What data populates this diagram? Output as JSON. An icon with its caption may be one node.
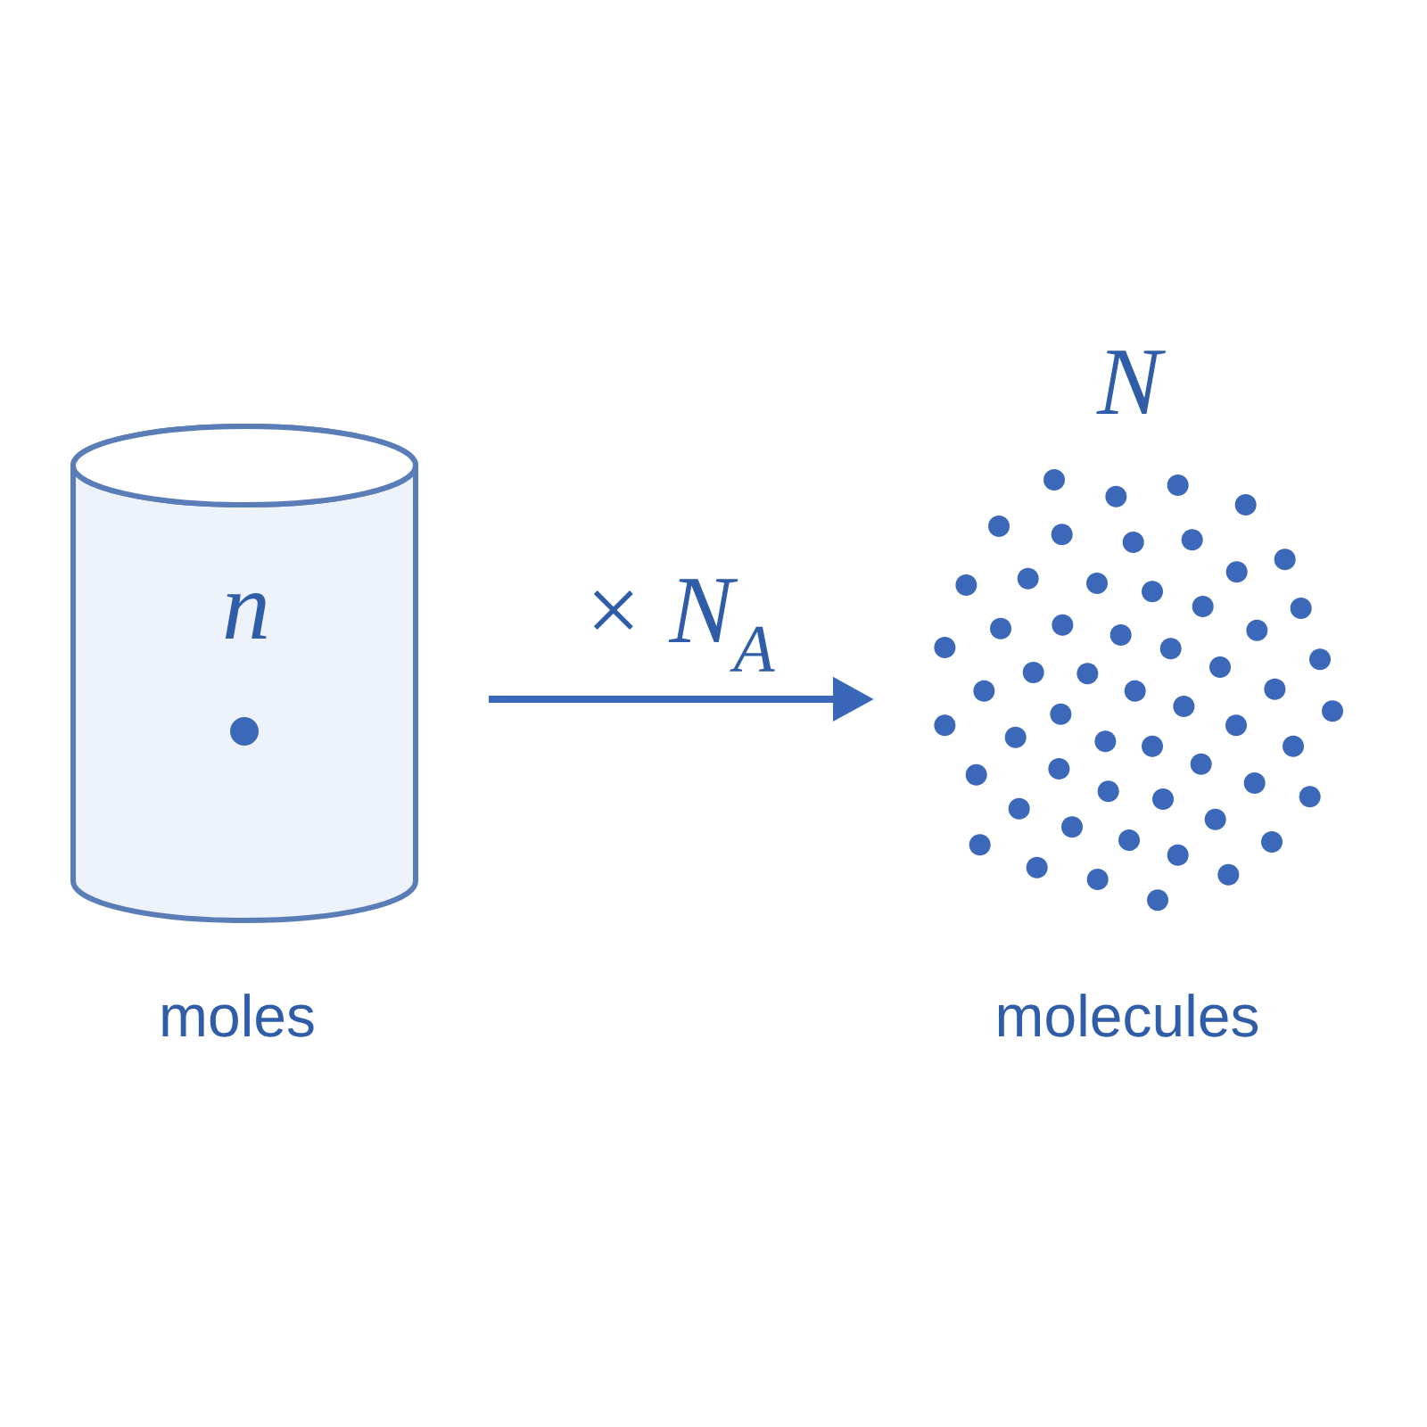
{
  "diagram": {
    "nodes": [
      {
        "text": [
          "n"
        ],
        "beside": [
          "moles"
        ]
      },
      {
        "text": [
          "N"
        ],
        "beside": [
          "molecules"
        ]
      }
    ],
    "edges": [
      {
        "from": 0,
        "to": 1,
        "arrow": "to",
        "label": "× N$_{A}$"
      }
    ]
  }
}
